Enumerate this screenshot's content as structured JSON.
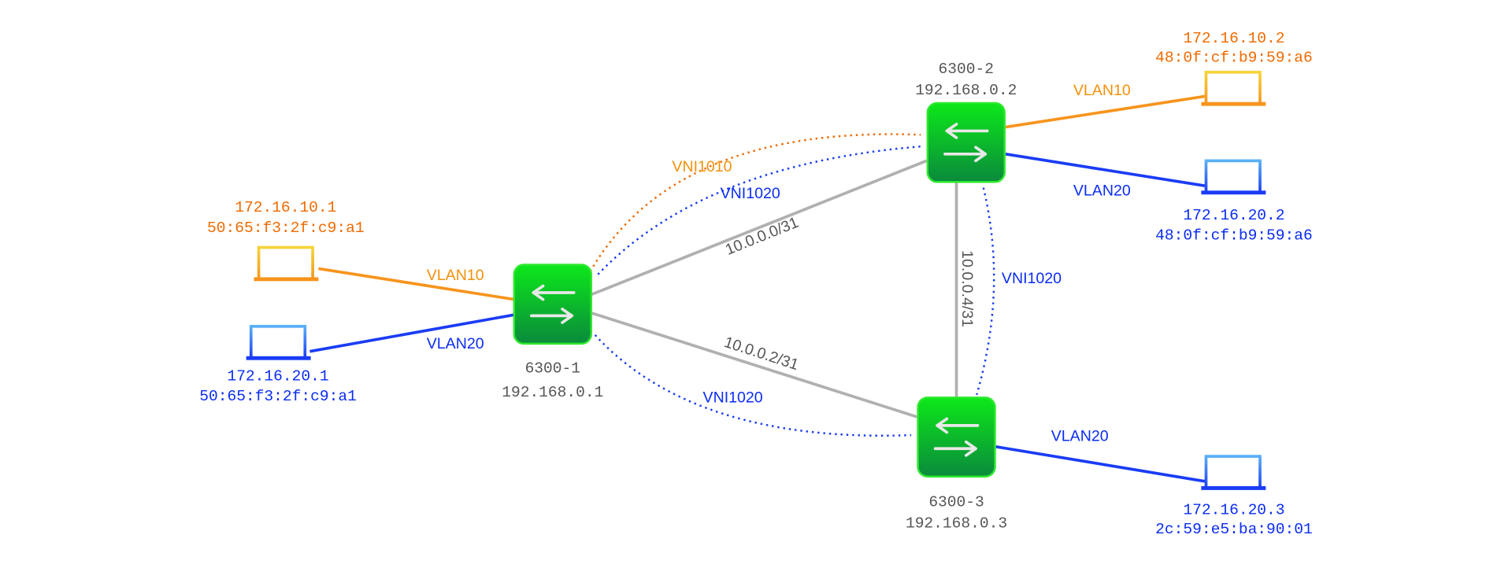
{
  "colors": {
    "vlan10": "#f7941d",
    "vlan20": "#1a3cf5",
    "underlay": "#b0b0b0",
    "switch_fill": "#19b43c",
    "switch_border": "#2ee82e"
  },
  "switches": [
    {
      "name": "6300-1",
      "ip": "192.168.0.1",
      "icon": "switch-icon"
    },
    {
      "name": "6300-2",
      "ip": "192.168.0.2",
      "icon": "switch-icon"
    },
    {
      "name": "6300-3",
      "ip": "192.168.0.3",
      "icon": "switch-icon"
    }
  ],
  "hosts": [
    {
      "ip": "172.16.10.1",
      "mac": "50:65:f3:2f:c9:a1",
      "vlan": "VLAN10",
      "icon": "laptop-icon"
    },
    {
      "ip": "172.16.20.1",
      "mac": "50:65:f3:2f:c9:a1",
      "vlan": "VLAN20",
      "icon": "laptop-icon"
    },
    {
      "ip": "172.16.10.2",
      "mac": "48:0f:cf:b9:59:a6",
      "vlan": "VLAN10",
      "icon": "laptop-icon"
    },
    {
      "ip": "172.16.20.2",
      "mac": "48:0f:cf:b9:59:a6",
      "vlan": "VLAN20",
      "icon": "laptop-icon"
    },
    {
      "ip": "172.16.20.3",
      "mac": "2c:59:e5:ba:90:01",
      "vlan": "VLAN20",
      "icon": "laptop-icon"
    }
  ],
  "underlay_links": [
    {
      "from": "6300-1",
      "to": "6300-2",
      "label": "10.0.0.0/31"
    },
    {
      "from": "6300-1",
      "to": "6300-3",
      "label": "10.0.0.2/31"
    },
    {
      "from": "6300-2",
      "to": "6300-3",
      "label": "10.0.0.4/31"
    }
  ],
  "tunnels": [
    {
      "from": "6300-1",
      "to": "6300-2",
      "label": "VNI1010"
    },
    {
      "from": "6300-1",
      "to": "6300-2",
      "label": "VNI1020"
    },
    {
      "from": "6300-1",
      "to": "6300-3",
      "label": "VNI1020"
    },
    {
      "from": "6300-2",
      "to": "6300-3",
      "label": "VNI1020"
    }
  ]
}
